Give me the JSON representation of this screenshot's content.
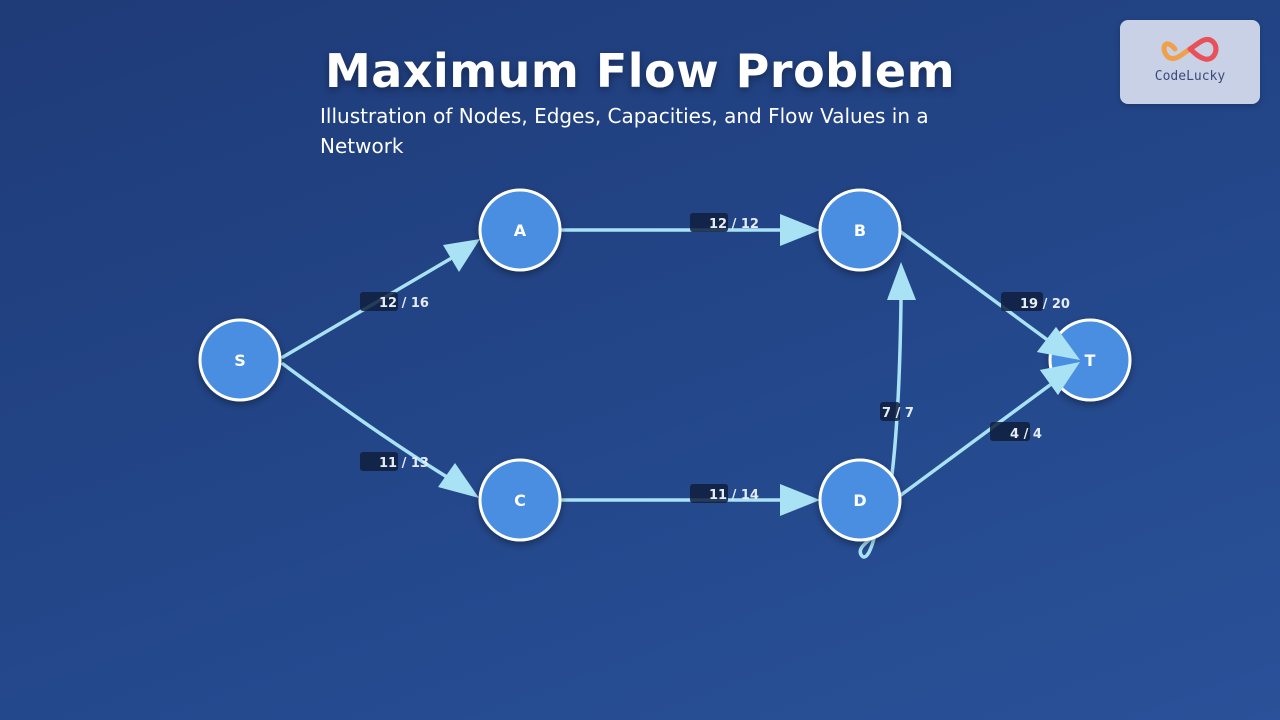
{
  "title": "Maximum Flow Problem",
  "subtitle": "Illustration of Nodes, Edges, Capacities, and Flow Values in a Network",
  "logo": {
    "text": "CodeLucky",
    "icon": "infinity-logo-icon"
  },
  "colors": {
    "background": "#23478a",
    "node_fill": "#4a8ee0",
    "node_stroke": "#ffffff",
    "edge": "#a9e2f5",
    "label_bg": "#0f1e3d"
  },
  "nodes": {
    "S": {
      "label": "S"
    },
    "A": {
      "label": "A"
    },
    "B": {
      "label": "B"
    },
    "C": {
      "label": "C"
    },
    "D": {
      "label": "D"
    },
    "T": {
      "label": "T"
    }
  },
  "edges": {
    "SA": {
      "from": "S",
      "to": "A",
      "flow": 12,
      "capacity": 16,
      "label": "12 / 16"
    },
    "SC": {
      "from": "S",
      "to": "C",
      "flow": 11,
      "capacity": 13,
      "label": "11 / 13"
    },
    "AB": {
      "from": "A",
      "to": "B",
      "flow": 12,
      "capacity": 12,
      "label": "12 / 12"
    },
    "CD": {
      "from": "C",
      "to": "D",
      "flow": 11,
      "capacity": 14,
      "label": "11 / 14"
    },
    "DB": {
      "from": "D",
      "to": "B",
      "flow": 7,
      "capacity": 7,
      "label": "7 / 7"
    },
    "BT": {
      "from": "B",
      "to": "T",
      "flow": 19,
      "capacity": 20,
      "label": "19 / 20"
    },
    "DT": {
      "from": "D",
      "to": "T",
      "flow": 4,
      "capacity": 4,
      "label": "4 / 4"
    }
  }
}
